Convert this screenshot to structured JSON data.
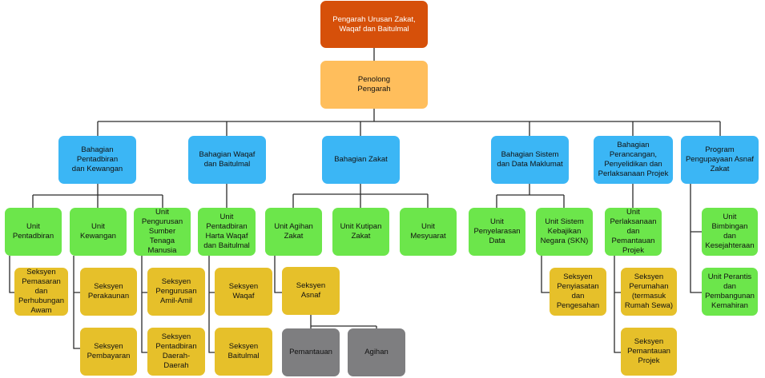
{
  "colors": {
    "director": "#d6500a",
    "assistant": "#ffbe5c",
    "division": "#3bb6f5",
    "unit": "#6ce64b",
    "section": "#e6c02a",
    "sub_section": "#7e7e80",
    "connector": "#2b2b2b"
  },
  "nodes": {
    "pengarah": "Pengarah Urusan Zakat,\nWaqaf dan Baitulmal",
    "penolong": "Penolong\nPengarah",
    "bahagian_pentadbiran": "Bahagian Pentadbiran\ndan Kewangan",
    "bahagian_waqaf": "Bahagian Waqaf\ndan Baitulmal",
    "bahagian_zakat": "Bahagian Zakat",
    "bahagian_sistem": "Bahagian Sistem\ndan Data Maklumat",
    "bahagian_perancangan": "Bahagian\nPerancangan,\nPenyelidikan dan\nPerlaksanaan Projek",
    "program_asnaf": "Program\nPengupayaan Asnaf\nZakat",
    "unit_pentadbiran": "Unit\nPentadbiran",
    "unit_kewangan": "Unit\nKewangan",
    "unit_pengurusan_sumber": "Unit\nPengurusan\nSumber Tenaga\nManusia",
    "unit_pentadbiran_harta": "Unit\nPentadbiran\nHarta Waqaf\ndan Baitulmal",
    "unit_agihan_zakat": "Unit Agihan\nZakat",
    "unit_kutipan_zakat": "Unit Kutipan\nZakat",
    "unit_mesyuarat": "Unit\nMesyuarat",
    "unit_penyelarasan_data": "Unit\nPenyelarasan\nData",
    "unit_sistem_kebajikan": "Unit Sistem\nKebajikan\nNegara (SKN)",
    "unit_perlaksanaan": "Unit\nPerlaksanaan\ndan\nPemantauan\nProjek",
    "unit_bimbingan": "Unit\nBimbingan dan\nKesejahteraan",
    "unit_perantis": "Unit Perantis\ndan\nPembangunan\nKemahiran",
    "seksyen_pemasaran": "Seksyen\nPemasaran dan\nPerhubungan\nAwam",
    "seksyen_perakaunan": "Seksyen\nPerakaunan",
    "seksyen_pembayaran": "Seksyen\nPembayaran",
    "seksyen_pengurusan_amil": "Seksyen\nPengurusan\nAmil-Amil",
    "seksyen_pentadbiran_daerah": "Seksyen\nPentadbiran\nDaerah-Daerah",
    "seksyen_waqaf": "Seksyen\nWaqaf",
    "seksyen_baitulmal": "Seksyen\nBaitulmal",
    "seksyen_asnaf": "Seksyen\nAsnaf",
    "pemantauan": "Pemantauan",
    "agihan": "Agihan",
    "seksyen_penyiasatan": "Seksyen\nPenyiasatan dan\nPengesahan",
    "seksyen_perumahan": "Seksyen\nPerumahan\n(termasuk\nRumah Sewa)",
    "seksyen_pemantauan_projek": "Seksyen\nPemantauan\nProjek"
  }
}
